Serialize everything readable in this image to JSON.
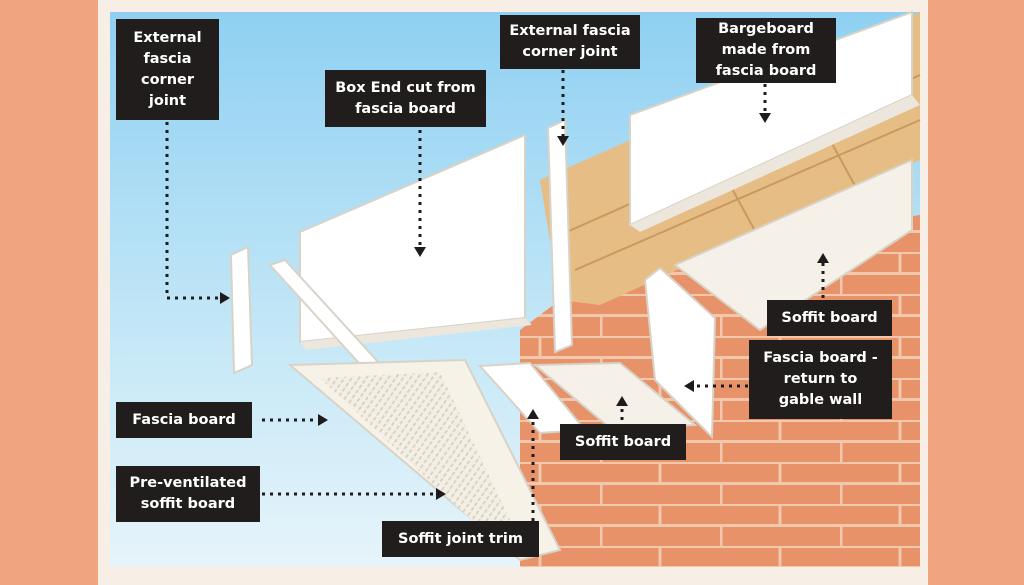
{
  "labels": {
    "ext_corner_left": "External\nfascia\ncorner\njoint",
    "box_end": "Box End cut from\nfascia board",
    "ext_corner_top": "External fascia\ncorner joint",
    "bargeboard": "Bargeboard\nmade from\nfascia board",
    "soffit_right": "Soffit board",
    "fascia_return": "Fascia board -\nreturn to\ngable wall",
    "soffit_mid": "Soffit board",
    "fascia": "Fascia board",
    "pre_vent": "Pre-ventilated\nsoffit board",
    "joint_trim": "Soffit joint trim"
  },
  "colors": {
    "background": "#f0a57e",
    "sky": "#b6def4",
    "brick": "#e8926a",
    "mortar": "#f2c8ac",
    "timber": "#e8c088",
    "board": "#ffffff",
    "label_bg": "#211d1d"
  }
}
